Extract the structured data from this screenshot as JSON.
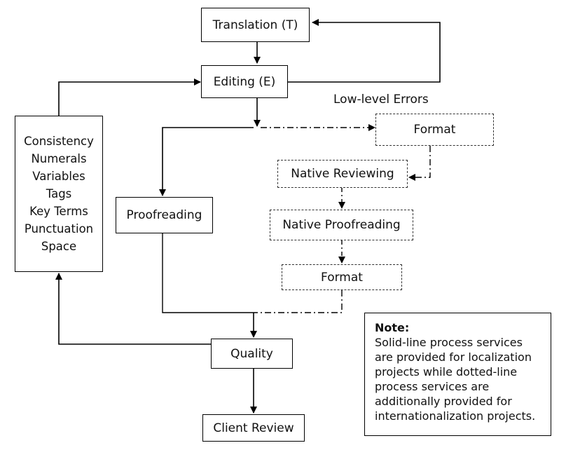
{
  "nodes": {
    "translation": "Translation (T)",
    "editing": "Editing (E)",
    "proofreading": "Proofreading",
    "quality": "Quality",
    "client_review": "Client Review",
    "format_top": "Format",
    "native_reviewing": "Native Reviewing",
    "native_proofreading": "Native Proofreading",
    "format_bottom": "Format"
  },
  "low_level_errors_label": "Low-level Errors",
  "criteria": [
    "Consistency",
    "Numerals",
    "Variables",
    "Tags",
    "Key Terms",
    "Punctuation",
    "Space"
  ],
  "note": {
    "heading": "Note:",
    "body": "Solid-line process services are provided for localization projects while dotted-line process services are additionally provided for internationalization projects."
  }
}
